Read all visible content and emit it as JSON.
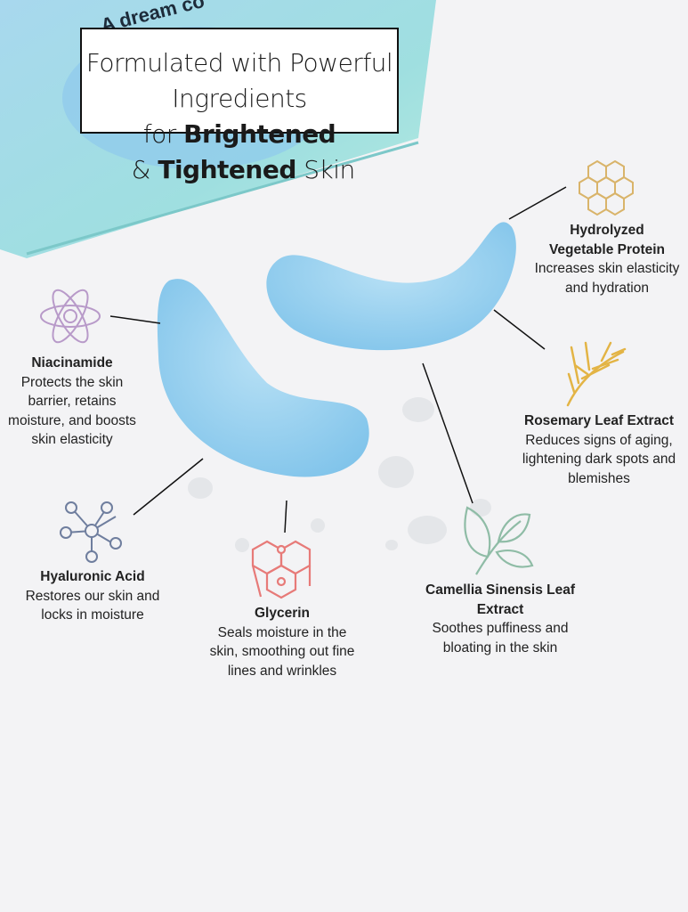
{
  "package_text": "A dream co",
  "title": {
    "line1": "Formulated with Powerful Ingredients",
    "line2_prefix": "for ",
    "line2_bold1": "Brightened",
    "line2_mid": " & ",
    "line2_bold2": "Tightened",
    "line2_suffix": " Skin"
  },
  "ingredients": [
    {
      "name": "Hydrolyzed Vegetable Protein",
      "description": "Increases skin elasticity and hydration",
      "icon": "honeycomb-icon",
      "color": "#d9b46a"
    },
    {
      "name": "Niacinamide",
      "description": "Protects the skin barrier, retains moisture, and boosts skin elasticity",
      "icon": "atom-icon",
      "color": "#b89ac9"
    },
    {
      "name": "Rosemary Leaf Extract",
      "description": "Reduces signs of aging, lightening dark spots and blemishes",
      "icon": "rosemary-icon",
      "color": "#e3b445"
    },
    {
      "name": "Hyaluronic Acid",
      "description": "Restores our skin and locks in moisture",
      "icon": "molecule-icon",
      "color": "#6f7e9e"
    },
    {
      "name": "Glycerin",
      "description": "Seals moisture in the skin, smoothing out fine lines and wrinkles",
      "icon": "hexagon-molecule-icon",
      "color": "#e77a78"
    },
    {
      "name": "Camellia Sinensis Leaf Extract",
      "description": "Soothes puffiness and bloating in the skin",
      "icon": "leaf-icon",
      "color": "#8fbca6"
    }
  ]
}
